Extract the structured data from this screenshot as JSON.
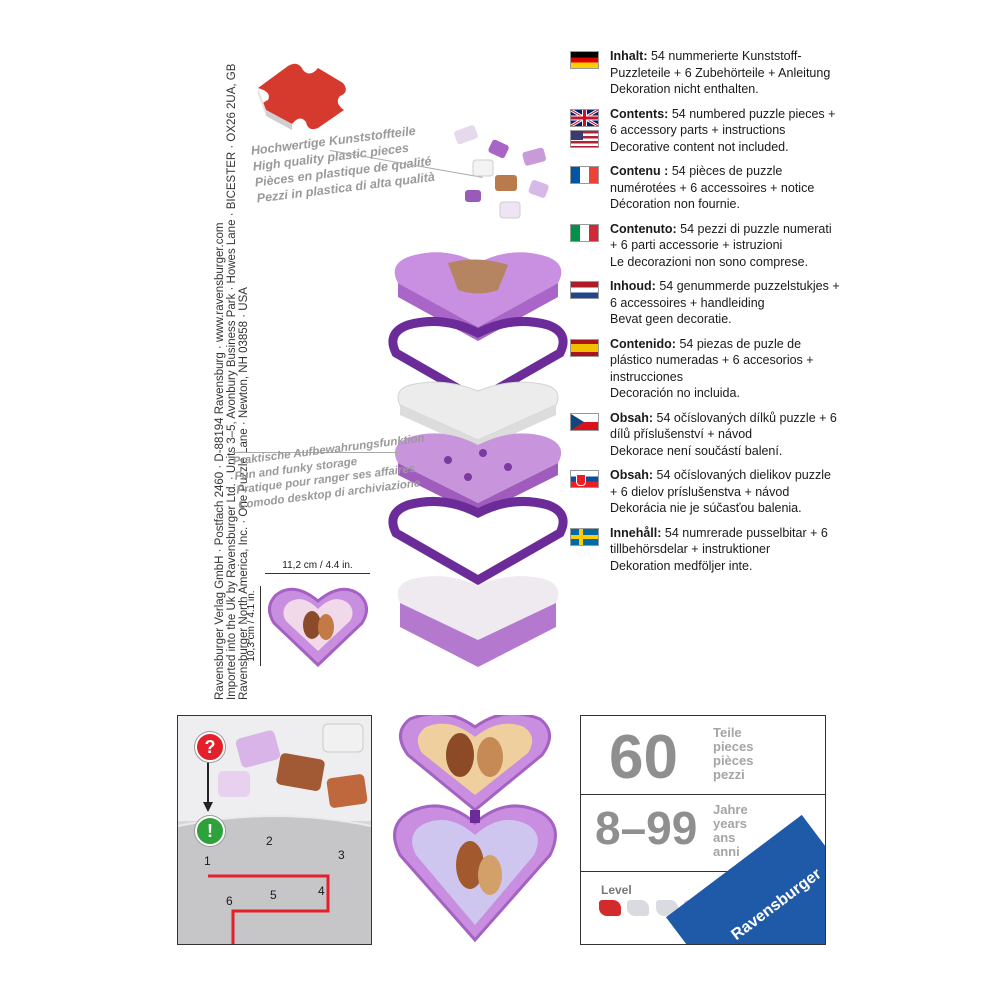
{
  "addresses": [
    "Ravensburger Verlag GmbH · Postfach 2460 · D-88194 Ravensburg · www.ravensburger.com",
    "Imported into the Uk by Ravensburger Ltd. · Units 3–5, Avonbury Business Park · Howes Lane · BICESTER · OX26 2UA, GB",
    "Ravensburger North America, Inc. · One Puzzle Lane · Newton, NH 03858 · USA"
  ],
  "material_captions": [
    "Hochwertige Kunststoffteile",
    "High quality plastic pieces",
    "Pièces en plastique de qualité",
    "Pezzi in plastica di alta qualità"
  ],
  "storage_captions": [
    "Praktische Aufbewahrungsfunktion",
    "Fun and funky storage",
    "Pratique pour ranger ses affaires",
    "Comodo desktop di archiviazione"
  ],
  "dimensions": {
    "width": "11,2 cm / 4.4 in.",
    "height": "10,3 cm / 4.1 in."
  },
  "languages": [
    {
      "flag": "de",
      "label": "Inhalt:",
      "text": "54 nummerierte Kunststoff-Puzzleteile + 6 Zubehörteile + Anleitung",
      "note": "Dekoration nicht enthalten."
    },
    {
      "flag": "gb-us",
      "label": "Contents:",
      "text": "54 numbered puzzle pieces + 6 accessory parts + instructions",
      "note": "Decorative content not included."
    },
    {
      "flag": "fr",
      "label": "Contenu :",
      "text": "54 pièces de puzzle numérotées + 6 accessoires + notice",
      "note": "Décoration non fournie."
    },
    {
      "flag": "it",
      "label": "Contenuto:",
      "text": "54 pezzi di puzzle numerati + 6 parti accessorie + istruzioni",
      "note": "Le decorazioni non sono comprese."
    },
    {
      "flag": "nl",
      "label": "Inhoud:",
      "text": "54 genummerde puzzelstukjes + 6 accessoires + handleiding",
      "note": "Bevat geen decoratie."
    },
    {
      "flag": "es",
      "label": "Contenido:",
      "text": "54 piezas de puzle de plástico numeradas + 6 accesorios + instrucciones",
      "note": "Decoración no incluida."
    },
    {
      "flag": "cz",
      "label": "Obsah:",
      "text": "54 očíslovaných dílků puzzle + 6 dílů příslušenství + návod",
      "note": "Dekorace není součástí balení."
    },
    {
      "flag": "sk",
      "label": "Obsah:",
      "text": "54 očíslovaných dielikov puzzle + 6 dielov príslušenstva + návod",
      "note": "Dekorácia nie je súčasťou balenia."
    },
    {
      "flag": "se",
      "label": "Innehåll:",
      "text": "54 numrerade pusselbitar + 6 tillbehörsdelar + instruktioner",
      "note": "Dekoration medföljer inte."
    }
  ],
  "steps": [
    "1",
    "2",
    "3",
    "4",
    "5",
    "6"
  ],
  "help_marks": {
    "question": "?",
    "check": "!"
  },
  "pieces": {
    "count": "60",
    "units": [
      "Teile",
      "pieces",
      "pièces",
      "pezzi"
    ]
  },
  "age": {
    "range": "8–99",
    "units": [
      "Jahre",
      "years",
      "ans",
      "anni"
    ]
  },
  "level": {
    "label": "Level",
    "value": 1,
    "max": 5
  },
  "brand": "Ravensburger",
  "colors": {
    "accent": "#1f5aa8",
    "puzzle_purple": "#b46ad0",
    "rim_purple": "#6b2c99",
    "level_red": "#d22b2b"
  }
}
